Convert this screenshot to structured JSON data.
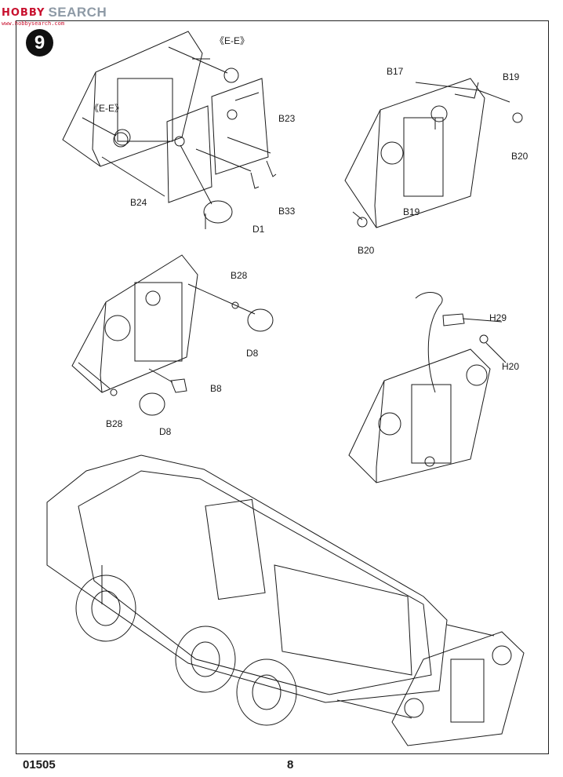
{
  "watermark": {
    "logo_text": "HOBBY",
    "site_name": "SEARCH",
    "url": "www.hobbysearch.com"
  },
  "step": {
    "number": "9"
  },
  "labels": {
    "ee1": "《E-E》",
    "ee2": "《E-E》",
    "b23": "B23",
    "b24": "B24",
    "d1": "D1",
    "b33": "B33",
    "b17": "B17",
    "b19_top": "B19",
    "b19_mid": "B19",
    "b20_right": "B20",
    "b20_bottom": "B20",
    "b28_top": "B28",
    "d8_top": "D8",
    "b8": "B8",
    "b28_bottom": "B28",
    "d8_bottom": "D8",
    "h29": "H29",
    "h20": "H20"
  },
  "footer": {
    "catalog_number": "01505",
    "page_number": "8"
  }
}
